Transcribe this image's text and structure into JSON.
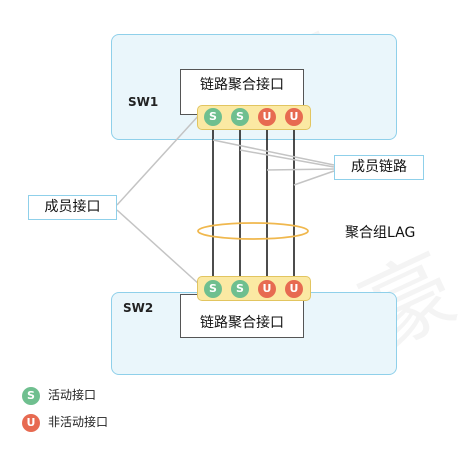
{
  "sw1": {
    "name": "SW1",
    "lag_port_label": "链路聚合接口",
    "ports": [
      "S",
      "S",
      "U",
      "U"
    ]
  },
  "sw2": {
    "name": "SW2",
    "lag_port_label": "链路聚合接口",
    "ports": [
      "S",
      "S",
      "U",
      "U"
    ]
  },
  "callouts": {
    "member_port": "成员接口",
    "member_link": "成员链路",
    "lag_group": "聚合组LAG"
  },
  "legend": {
    "active": {
      "symbol": "S",
      "label": "活动接口"
    },
    "inactive": {
      "symbol": "U",
      "label": "非活动接口"
    }
  },
  "colors": {
    "active_port": "#6fbf8f",
    "inactive_port": "#e76a51",
    "switch_fill": "#eaf6fb",
    "switch_border": "#8fd0ea",
    "port_strip": "#fbe9a3",
    "lag_ellipse": "#f0b84e"
  }
}
